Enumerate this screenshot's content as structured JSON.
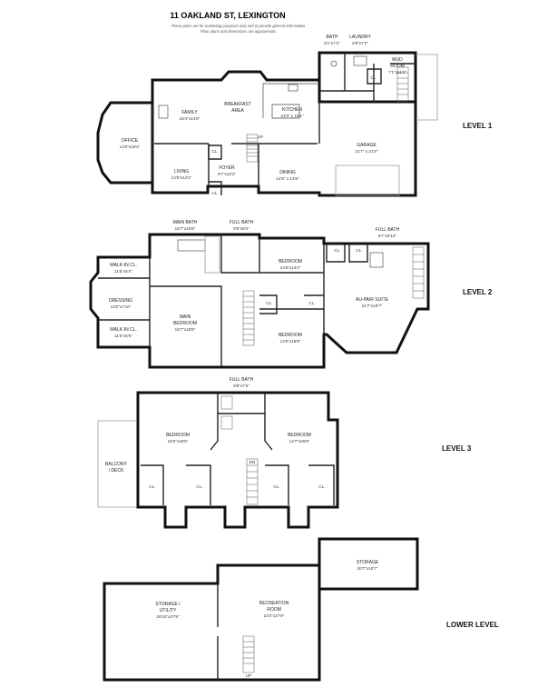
{
  "header": {
    "title": "11 OAKLAND ST, LEXINGTON",
    "disclaimer_line1": "These plans are for marketing purposes only and to provide general information.",
    "disclaimer_line2": "Floor plans and dimensions are approximate."
  },
  "levels": [
    {
      "label": "LEVEL 1",
      "rooms": [
        {
          "name": "OFFICE",
          "dim": "13'0\"x19'4\""
        },
        {
          "name": "FAMILY",
          "dim": "15'4\"x14'8\""
        },
        {
          "name": "BREAKFAST",
          "name2": "AREA"
        },
        {
          "name": "KITCHEN",
          "dim": "24'9\" x 15'1\""
        },
        {
          "name": "BATH",
          "dim": "5'1\"x7'2\""
        },
        {
          "name": "LAUNDRY",
          "dim": "6'9\"x7'2\""
        },
        {
          "name": "MUD",
          "name2": "ROOM",
          "dim": "7'1\"x11'2\""
        },
        {
          "name": "CL."
        },
        {
          "name": "GARAGE",
          "dim": "21'7\" x 21'6\""
        },
        {
          "name": "CL."
        },
        {
          "name": "LIVING",
          "dim": "14'5\"x14'2\""
        },
        {
          "name": "FOYER",
          "dim": "9'7\"x14'2\""
        },
        {
          "name": "CL."
        },
        {
          "name": "DINING",
          "dim": "14'6\" x 13'9\""
        }
      ]
    },
    {
      "label": "LEVEL 2",
      "rooms": [
        {
          "name": "MAIN BATH",
          "dim": "15'7\"x10'5\""
        },
        {
          "name": "FULL BATH",
          "dim": "9'6\"x6'0\""
        },
        {
          "name": "BEDROOM",
          "dim": "14'5\"x13'2\""
        },
        {
          "name": "FULL BATH",
          "dim": "8'7\"x4'10\""
        },
        {
          "name": "CL."
        },
        {
          "name": "CL."
        },
        {
          "name": "WALK-IN CL.",
          "dim": "11'5\"x5'4\""
        },
        {
          "name": "DRESSING",
          "dim": "13'0\"x7'10\""
        },
        {
          "name": "WALK-IN CL.",
          "dim": "11'5\"x5'6\""
        },
        {
          "name": "MAIN",
          "name2": "BEDROOM",
          "dim": "15'7\"x18'5\""
        },
        {
          "name": "CL."
        },
        {
          "name": "CL."
        },
        {
          "name": "BEDROOM",
          "dim": "14'5\"x15'8\""
        },
        {
          "name": "AU-PAIR SUITE",
          "dim": "21'7\"x19'7\""
        }
      ]
    },
    {
      "label": "LEVEL 3",
      "rooms": [
        {
          "name": "FULL BATH",
          "dim": "8'8\"x7'6\""
        },
        {
          "name": "BEDROOM",
          "dim": "15'5\"x26'5\""
        },
        {
          "name": "BEDROOM",
          "dim": "14'7\"x26'8\""
        },
        {
          "name": "BALCONY",
          "name2": "/ DECK"
        },
        {
          "name": "CL."
        },
        {
          "name": "CL."
        },
        {
          "name": "CL."
        },
        {
          "name": "CL."
        }
      ]
    },
    {
      "label": "LOWER LEVEL",
      "rooms": [
        {
          "name": "STORAGE",
          "dim": "20'7\"x10'7\""
        },
        {
          "name": "STORAGE /",
          "name2": "UTILITY",
          "dim": "26'10\"x27'9\""
        },
        {
          "name": "RECREATION",
          "name2": "ROOM",
          "dim": "22'2\"x27'9\""
        }
      ]
    }
  ],
  "stair_labels": {
    "up": "UP",
    "dn": "DN"
  }
}
